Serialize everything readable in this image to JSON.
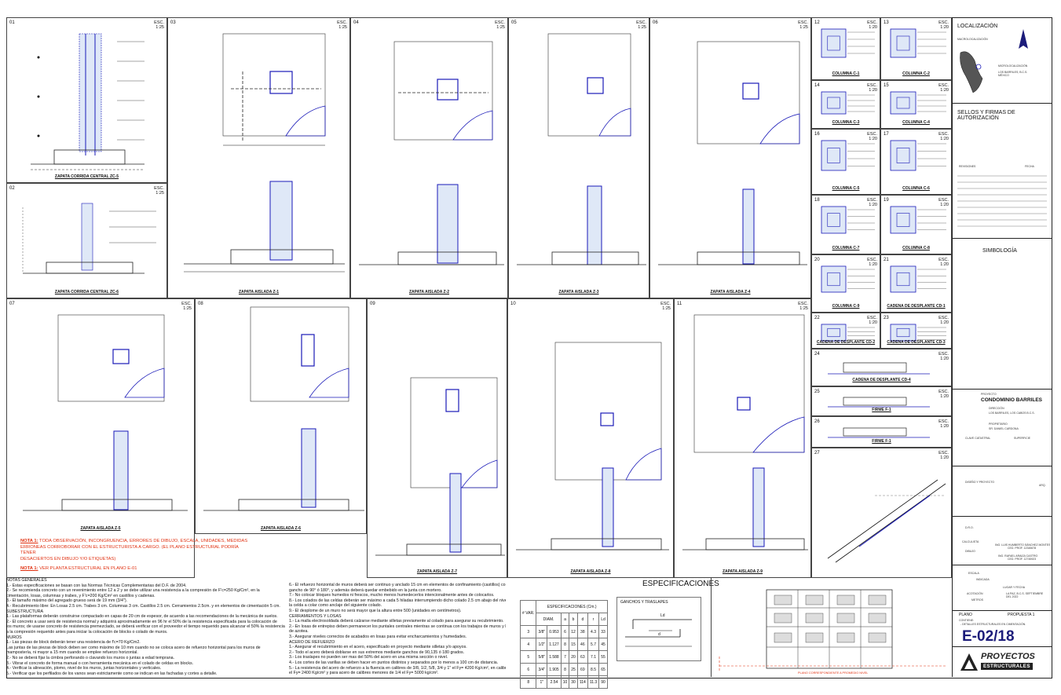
{
  "panels": {
    "p01": {
      "num": "01",
      "title": "ZAPATA CORRIDA CENTRAL ZC-5",
      "esc": "ESC.\n1:25"
    },
    "p02": {
      "num": "02",
      "title": "ZAPATA CORRIDA CENTRAL ZC-6",
      "esc": "ESC.\n1:25"
    },
    "p03": {
      "num": "03",
      "title": "ZAPATA AISLADA Z-1",
      "esc": "ESC.\n1:25"
    },
    "p04": {
      "num": "04",
      "title": "ZAPATA AISLADA Z-2",
      "esc": "ESC.\n1:25"
    },
    "p05": {
      "num": "05",
      "title": "ZAPATA AISLADA Z-3",
      "esc": "ESC.\n1:25"
    },
    "p06": {
      "num": "06",
      "title": "ZAPATA AISLADA Z-4",
      "esc": "ESC.\n1:25"
    },
    "p07": {
      "num": "07",
      "title": "ZAPATA AISLADA Z-5",
      "esc": "ESC.\n1:25"
    },
    "p08": {
      "num": "08",
      "title": "ZAPATA AISLADA Z-6",
      "esc": "ESC.\n1:25"
    },
    "p09": {
      "num": "09",
      "title": "ZAPATA AISLADA Z-7",
      "esc": "ESC.\n1:25"
    },
    "p10": {
      "num": "10",
      "title": "ZAPATA AISLADA Z-8",
      "esc": "ESC.\n1:25"
    },
    "p11": {
      "num": "11",
      "title": "ZAPATA AISLADA Z-9",
      "esc": "ESC.\n1:25"
    },
    "p12": {
      "num": "12",
      "title": "COLUMNA C-1",
      "esc": "ESC.\n1:20"
    },
    "p13": {
      "num": "13",
      "title": "COLUMNA C-2",
      "esc": "ESC.\n1:20"
    },
    "p14": {
      "num": "14",
      "title": "COLUMNA C-3",
      "esc": "ESC.\n1:20"
    },
    "p15": {
      "num": "15",
      "title": "COLUMNA C-4",
      "esc": "ESC.\n1:20"
    },
    "p16": {
      "num": "16",
      "title": "COLUMNA C-5",
      "esc": "ESC.\n1:20"
    },
    "p17": {
      "num": "17",
      "title": "COLUMNA C-6",
      "esc": "ESC.\n1:20"
    },
    "p18": {
      "num": "18",
      "title": "COLUMNA C-7",
      "esc": "ESC.\n1:20"
    },
    "p19": {
      "num": "19",
      "title": "COLUMNA C-8",
      "esc": "ESC.\n1:20"
    },
    "p20": {
      "num": "20",
      "title": "COLUMNA C-9",
      "esc": "ESC.\n1:20"
    },
    "p21": {
      "num": "21",
      "title": "CADENA DE DESPLANTE CD-1",
      "esc": "ESC.\n1:20"
    },
    "p22": {
      "num": "22",
      "title": "CADENA DE DESPLANTE CD-2",
      "esc": "ESC.\n1:20"
    },
    "p23": {
      "num": "23",
      "title": "CADENA DE DESPLANTE CD-3",
      "esc": "ESC.\n1:20"
    },
    "p24": {
      "num": "24",
      "title": "CADENA DE DESPLANTE CD-4",
      "esc": "ESC.\n1:20"
    },
    "p25": {
      "num": "25",
      "title": "FIRME F-1",
      "esc": "ESC.\n1:20"
    },
    "p26": {
      "num": "26",
      "title": "FIRME F-1",
      "esc": "ESC.\n1:20"
    },
    "p27": {
      "num": "27",
      "title": "",
      "esc": "ESC.\n1:20"
    }
  },
  "notes_red": [
    {
      "tag": "NOTA 1:",
      "text": " TODA OBSERVACIÓN, INCONGRUENCIA, ERRORES DE DIBUJO, ESCALA, UNIDADES, MEDIDAS"
    },
    {
      "tag": "",
      "text": "ERRONEAS CORROBORAR CON EL ESTRUCTURISTA A CARGO. (EL PLANO ESTRUCTURAL PODRÍA TENER"
    },
    {
      "tag": "",
      "text": "DESACIERTOS EN DIBUJO Y/O ETIQUETAS)"
    },
    {
      "tag": "NOTA 1:",
      "text": " VER PLANTA ESTRUCTURAL EN PLANO E-01"
    }
  ],
  "notes_left": [
    "NOTAS GENERALES",
    "1.- Estas especificaciones se basan con las Normas Técnicas Complementarias del D.F. de 2004.",
    "2.- Se recomienda concreto con un revenimiento entre 12 a 2 y se debe utilizar una resistencia a la compresión de F'c=250 Kg/Cm², en la",
    "cimentación, losas, columnas y trabes, y F'c=200 Kg/Cm² en castillos y cadenas.",
    "3.- El tamaño máximo del agregado grueso será de 19 mm (3/4\").",
    "4.- Recubrimiento libre: En Losas 2.5 cm. Trabes 3 cm. Columnas 3 cm. Castillos 2.5 cm. Cerramientos 2.5cm. y en elementos de cimentación 5 cm.",
    "SUBESTRUCTURA",
    "1.- Las plataformas deberán construirse compactado en capas de 20 cm de espesor, de acuerdo a las recomendaciones de la mecánica de suelos.",
    "2.- El concreto a usar será de resistencia normal y adquirirá aproximadamente en 96 hr el 50% de la resistencia especificada para la colocación de",
    "los muros; de usarse concreto de resistencia premezclado, se deberá verificar con el proveedor el tiempo requerido para alcanzar el 50% la resistencia",
    "a la compresión requerido antes para iniciar la colocación de blocks o colado de muros.",
    "MUROS",
    "1.- Las piezas de block deberán tener una resistencia de f'c=70 Kg/Cm2.",
    " Las juntas de las piezas de block deben ser como máximo de 10 mm cuando no se coloca acero de refuerzo horizontal para los muros de",
    "mampostería, ni mayor a 15 mm cuando se emplee refuerzo horizontal.",
    "2.- No se deberá fijar la cimbra perforando o clavando los muros o juntas a edad temprana.",
    "3.- Vibrar el concreto de forma manual o con herramienta mecánica en el colado de celdas en blocks.",
    "4.- Verificar la alineación, plomo, nivel de los muros, juntas horizontales y verticales.",
    "5.- Verificar que los perfilados de los vanos sean estrictamente como se indican en las fachadas y cortes a detalle."
  ],
  "notes_right": [
    "6.-      El refuerzo horizontal de muros deberá ser continuo y anclado 15 cm en elementos de confinamiento (castillos) con",
    "gancho de 90° ó 180°, y además deberá quedar embebido en la junta con mortero.",
    "7.-      No colocar bloques humedos ni frescos, mucho menos humedecerlos intencionalmente antes de colocarlos.",
    "8.-      Los colados de las celdas deberán ser máximo a cada 5 hiladas interrumpiendo dicho colado 2.5 cm abajo del nivel de",
    "la celda a colar como anclaje del siguiente colado.",
    "9.-      El desplome de un muro no será mayor que la altura entre 500 (unidades en centímetros).",
    "CERRAMIENTOS Y LOSAS",
    "1.-      La malla electrosoldada deberá calzarse mediante silletas previamente al colado para asegurar su recubrimiento.",
    "2.-      En losas de entrepiso deben permanecer los puntales centrales mientras se continua con los trabajos de muros y losa",
    "de azotea.",
    "3.-      Asegurar niveles correctos de acabados en losas para evitar encharcamientos y humedades.",
    "ACERO DE REFUERZO",
    "1.-      Asegurar el recubrimiento en el acero, especificado en proyecto mediante silletas y/o apoyos.",
    "2.-      Todo el acero deberá doblarse en sus extremos mediante ganchos de 90,135 ó 180 grados.",
    "3.-      Los traslapes no pueden ser mas del 50% del acero en una misma sección o nivel.",
    "4.-      Los cortes de las varillas se deben hacer en puntos distintos y separados por lo menos a 100 cm de distancia.",
    "5.-      La resistencia del acero de refuerzo a la fluencia en calibres de 3/8, 1/2, 5/8, 3/4 y 1\" el Fy= 4200 Kg/cm², en calibres de 1/4",
    "el Fy= 2400 Kg/cm² y para acero de calibres menores de 1/4 el Fy= 5000 kg/cm²."
  ],
  "spec": {
    "title": "ESPECIFICACIONES",
    "group_header": "ESPECIFICACIONES (Cm.)",
    "headers": [
      "# VAR.",
      "DIAM.",
      "a",
      "b",
      "d",
      "r",
      "Ld"
    ],
    "rows": [
      [
        "3",
        "3/8\"",
        "0.953",
        "6",
        "12",
        "38",
        "4.3",
        "33"
      ],
      [
        "4",
        "1/2\"",
        "1.127",
        "8",
        "15",
        "46",
        "5.7",
        "45"
      ],
      [
        "5",
        "5/8\"",
        "1.588",
        "7",
        "20",
        "63",
        "7.1",
        "55"
      ],
      [
        "6",
        "3/4\"",
        "1.905",
        "8",
        "25",
        "69",
        "8.5",
        "65"
      ],
      [
        "8",
        "1\"",
        "2.54",
        "10",
        "30",
        "114",
        "11.3",
        "90"
      ]
    ],
    "ganchos": "GANCHOS Y TRASLAPES",
    "ld": "Ld",
    "d": "d"
  },
  "facade_caption": "PLANO CORRESPONDIENTE A PROMEDIO NIVEL",
  "titleblock": {
    "localizacion": "LOCALIZACIÓN",
    "macro": "MACROLOCALIZACIÓN",
    "micro": "MICROLOCALIZACIÓN",
    "loc_text": "LOS BARRILES, B.C.S.\nMÉXICO",
    "sellos": "SELLOS Y FIRMAS DE AUTORIZACIÓN",
    "revisiones": "REVISIONES",
    "fecha": "FECHA",
    "simbologia": "SIMBOLOGÍA",
    "proyecto_label": "PROYECTO",
    "proyecto": "CONDOMINIO BARRILES",
    "direccion_label": "DIRECCIÓN",
    "direccion": "LOS BARRILES, LOS CABOS B.C.S.",
    "propietario_label": "PROPIETARIO",
    "propietario": "SR. DANIEL CARDONA",
    "clave": "CLAVE CATASTRAL",
    "superficie": "SUPERFICIE",
    "diseno": "DISEÑO Y PROYECTO",
    "arq": "ARQ.",
    "dro": "D.R.O.",
    "calculista": "CALCULISTA",
    "calc_name": "ING. LUIS HUMBERTO SÁNCHEZ MONTES",
    "calc_ced": "CED. PROF. 12345678",
    "dibujo": "DIBUJO",
    "dib_name": "ING. RAFAEL ARAIZA CASTRO",
    "dib_ced": "CED. PROF. 12745923",
    "escala": "ESCALA",
    "escala_val": "INDICADA",
    "lugar": "LUGAR Y FECHA",
    "acot": "ACOTACIÓN",
    "acot_val": "METROS",
    "lugar_val": "LA PAZ, B.C.S. SEPTIEMBRE\nDEL 2022",
    "plano": "PLANO",
    "propuesta": "PROPUESTA 1",
    "contiene": "CONTIENE:",
    "contiene_val": "-   DETALLES ESTRUCTURALES EN CIMENTACIÓN.",
    "sheet_no": "E-02/18",
    "logo_top": "PROYECTOS",
    "logo_bottom": "ESTRUCTURALES"
  },
  "colors": {
    "accent": "#1a1ab8",
    "navy": "#1c1c7a",
    "red": "#e03010"
  }
}
